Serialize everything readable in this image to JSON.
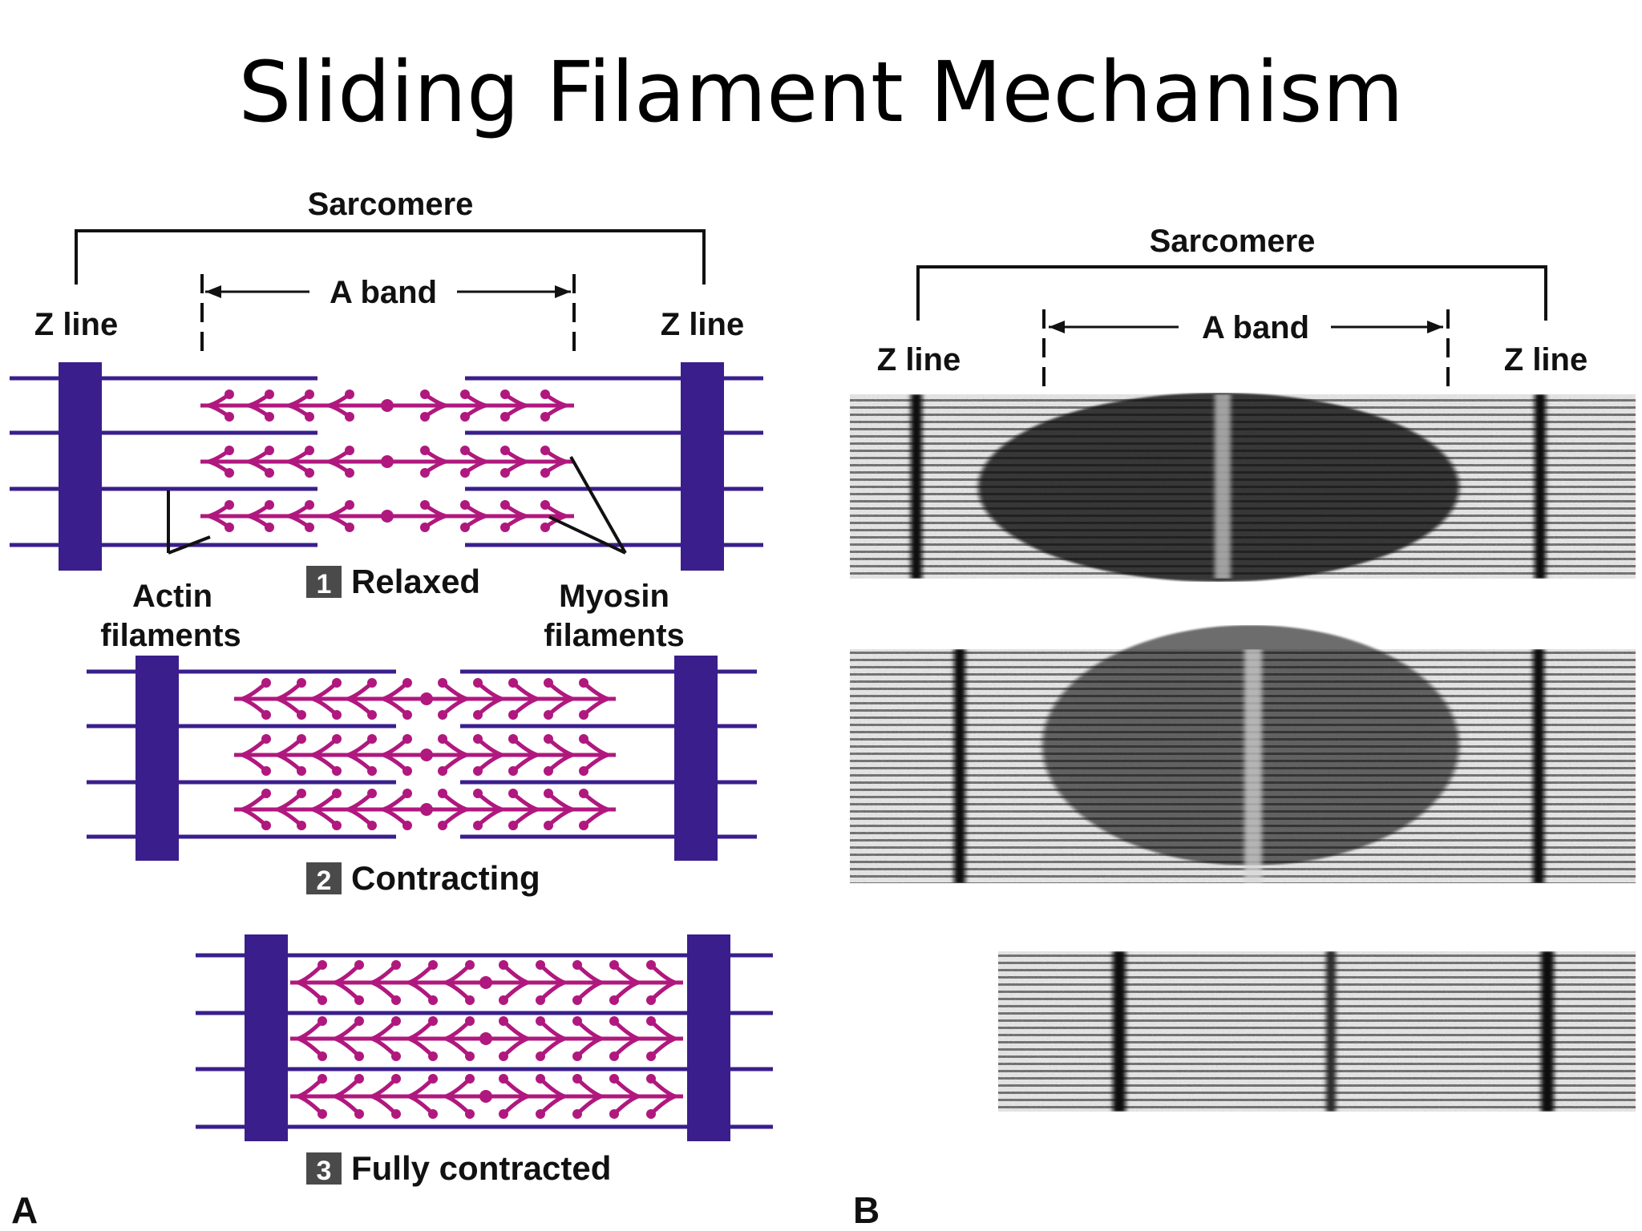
{
  "title": "Sliding Filament Mechanism",
  "colors": {
    "filament": "#3a1e8c",
    "zline": "#3a1e8c",
    "myosin": "#b0187e",
    "label": "#111111"
  },
  "panelA": {
    "letter": "A",
    "sarcomere": "Sarcomere",
    "a_band": "A band",
    "z_line_left": "Z line",
    "z_line_right": "Z line",
    "actin": [
      "Actin",
      "filaments"
    ],
    "myosin": [
      "Myosin",
      "filaments"
    ],
    "states": [
      {
        "num": "1",
        "label": "Relaxed"
      },
      {
        "num": "2",
        "label": "Contracting"
      },
      {
        "num": "3",
        "label": "Fully contracted"
      }
    ]
  },
  "panelB": {
    "letter": "B",
    "sarcomere": "Sarcomere",
    "a_band": "A band",
    "z_line_left": "Z line",
    "z_line_right": "Z line"
  }
}
